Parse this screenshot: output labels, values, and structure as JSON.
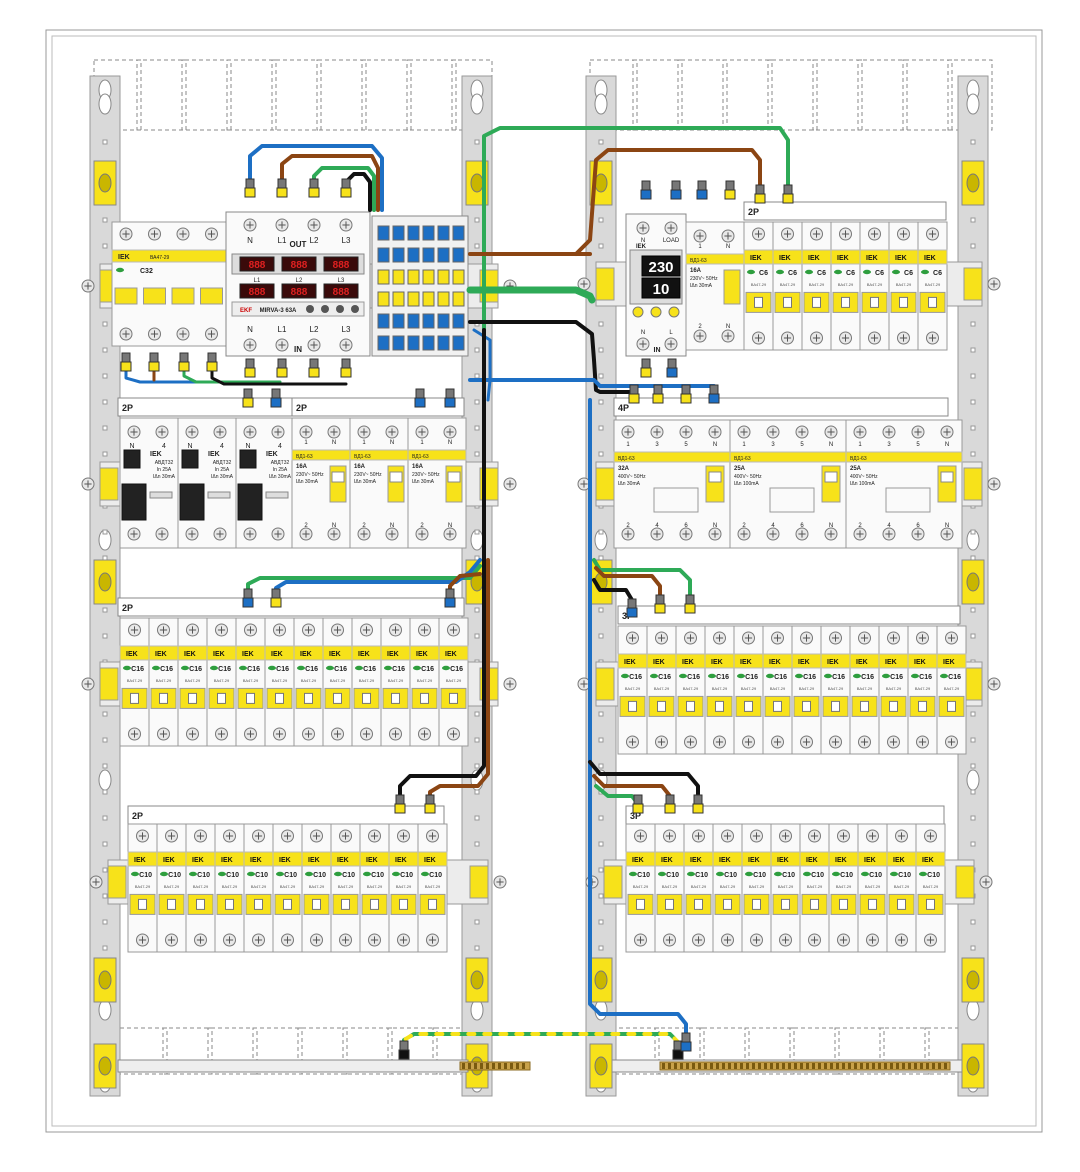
{
  "colors": {
    "blue": "#1d6fc4",
    "brown": "#8b4513",
    "green": "#2eaa57",
    "black": "#111111",
    "yellow": "#f7e21a",
    "rail": "#d9d9d9",
    "iek_green": "#2e9e3e",
    "led_red": "#e02020"
  },
  "brand": {
    "iek_logo": "IEK",
    "ekf_logo": "EKF"
  },
  "monitor_relay": {
    "model": "MIRVA-3 63A",
    "out_label": "OUT",
    "in_label": "IN",
    "terminals_top": [
      "N",
      "L1",
      "L2",
      "L3"
    ],
    "terminals_bottom": [
      "N",
      "L1",
      "L2",
      "L3"
    ],
    "phase_labels": [
      "L1",
      "L2",
      "L3"
    ],
    "display_values": [
      "888",
      "888",
      "888"
    ],
    "volt_display_values": [
      "888",
      "888",
      "888"
    ]
  },
  "voltage_relay": {
    "voltage": "230",
    "current": "10",
    "load_label": "LOAD",
    "in_label": "IN",
    "top_terminals": [
      "N",
      "L"
    ],
    "bottom_terminals": [
      "N",
      "L"
    ]
  },
  "main_breaker": {
    "model": "ВА47-29",
    "rating": "C32"
  },
  "rows": {
    "left_rcd_row": {
      "label": "2P",
      "label2": "2P",
      "difavts": [
        {
          "name": "АВДТ32",
          "rating": "In 25A",
          "leak": "IΔn 30mA",
          "n": "N",
          "num": "4"
        },
        {
          "name": "АВДТ32",
          "rating": "In 25A",
          "leak": "IΔn 30mA",
          "n": "N",
          "num": "4"
        },
        {
          "name": "АВДТ32",
          "rating": "In 25A",
          "leak": "IΔn 30mA",
          "n": "N",
          "num": "4"
        }
      ],
      "rcds": [
        {
          "model": "ВД1-63",
          "rating": "16A",
          "volt": "230V~ 50Hz",
          "leak": "IΔn 30mA",
          "t1": "1",
          "t2": "N",
          "b1": "2",
          "b2": "N"
        },
        {
          "model": "ВД1-63",
          "rating": "16A",
          "volt": "230V~ 50Hz",
          "leak": "IΔn 30mA",
          "t1": "1",
          "t2": "N",
          "b1": "2",
          "b2": "N"
        },
        {
          "model": "ВД1-63",
          "rating": "16A",
          "volt": "230V~ 50Hz",
          "leak": "IΔn 30mA",
          "t1": "1",
          "t2": "N",
          "b1": "2",
          "b2": "N"
        }
      ]
    },
    "right_rcd_row": {
      "label": "4P",
      "rcds": [
        {
          "model": "ВД1-63",
          "rating": "32A",
          "volt": "400V~ 50Hz",
          "leak": "IΔn 30mA",
          "top": [
            "1",
            "3",
            "5",
            "N"
          ],
          "bottom": [
            "2",
            "4",
            "6",
            "N"
          ]
        },
        {
          "model": "ВД1-63",
          "rating": "25A",
          "volt": "400V~ 50Hz",
          "leak": "IΔn 100mA",
          "top": [
            "1",
            "3",
            "5",
            "N"
          ],
          "bottom": [
            "2",
            "4",
            "6",
            "N"
          ]
        },
        {
          "model": "ВД1-63",
          "rating": "25A",
          "volt": "400V~ 50Hz",
          "leak": "IΔn 100mA",
          "top": [
            "1",
            "3",
            "5",
            "N"
          ],
          "bottom": [
            "2",
            "4",
            "6",
            "N"
          ]
        }
      ]
    },
    "right_top_row": {
      "label": "2P",
      "rcd": {
        "model": "ВД1-63",
        "rating": "16A",
        "volt": "230V~ 50Hz",
        "leak": "IΔn 30mA",
        "t1": "1",
        "t2": "N",
        "b1": "2",
        "b2": "N"
      },
      "breaker_rating": "C6",
      "breaker_model": "ВА47-29",
      "count": 7
    },
    "left_row3": {
      "label": "2P",
      "ratings": [
        "C16",
        "C16",
        "C16",
        "C16",
        "C16",
        "C16",
        "C16",
        "C16",
        "C16",
        "C16",
        "C16",
        "C16"
      ]
    },
    "left_row4": {
      "label": "2P",
      "ratings": [
        "C10",
        "C10",
        "C10",
        "C10",
        "C10",
        "C10",
        "C10",
        "C10",
        "C10",
        "C10",
        "C10"
      ]
    },
    "right_row3": {
      "label": "3P",
      "ratings": [
        "C16",
        "C16",
        "C16",
        "C16",
        "C16",
        "C16",
        "C16",
        "C16",
        "C16",
        "C16",
        "C16",
        "C16"
      ]
    },
    "right_row4": {
      "label": "3P",
      "ratings": [
        "C10",
        "C10",
        "C10",
        "C10",
        "C10",
        "C10",
        "C10",
        "C10",
        "C10",
        "C10",
        "C10"
      ]
    }
  }
}
